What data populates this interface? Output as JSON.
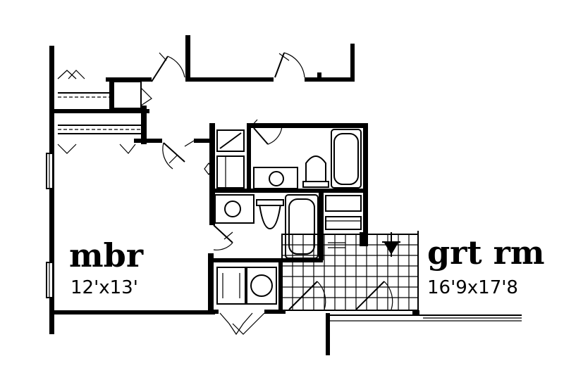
{
  "rooms": [
    {
      "name": "mbr",
      "dimensions": "12'x13'"
    },
    {
      "name": "grt rm",
      "dimensions": "16'9x17'8"
    }
  ],
  "colors": {
    "line": "#000000",
    "background": "#ffffff"
  }
}
